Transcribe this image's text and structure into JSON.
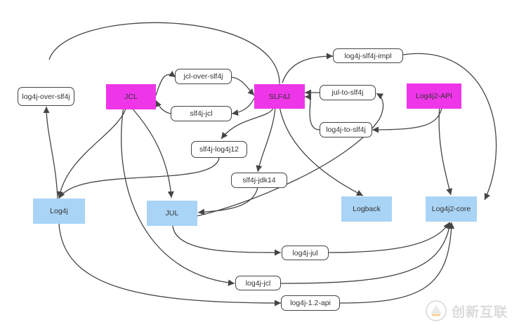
{
  "nodes": {
    "jcl": "JCL",
    "slf4j": "SLF4J",
    "log4j2_api": "Log4j2-API",
    "log4j": "Log4j",
    "jul": "JUL",
    "logback": "Logback",
    "log4j2_core": "Log4j2-core",
    "log4j_over_slf4j": "log4j-over-slf4j",
    "jcl_over_slf4j": "jcl-over-slf4j",
    "slf4j_jcl": "slf4j-jcl",
    "log4j_slf4j_impl": "log4j-slf4j-impl",
    "jul_to_slf4j": "jul-to-slf4j",
    "log4j_to_slf4j": "log4j-to-slf4j",
    "slf4j_log4j12": "slf4j-log4j12",
    "slf4j_jdk14": "slf4j-jdk14",
    "log4j_jul": "log4j-jul",
    "log4j_jcl": "log4j-jcl",
    "log4j_1_2_api": "log4j-1.2-api"
  },
  "watermark": {
    "text": "创新互联"
  },
  "colors": {
    "core_api": "#ee35e8",
    "implementation": "#a9d4f6",
    "edge": "#444444"
  }
}
